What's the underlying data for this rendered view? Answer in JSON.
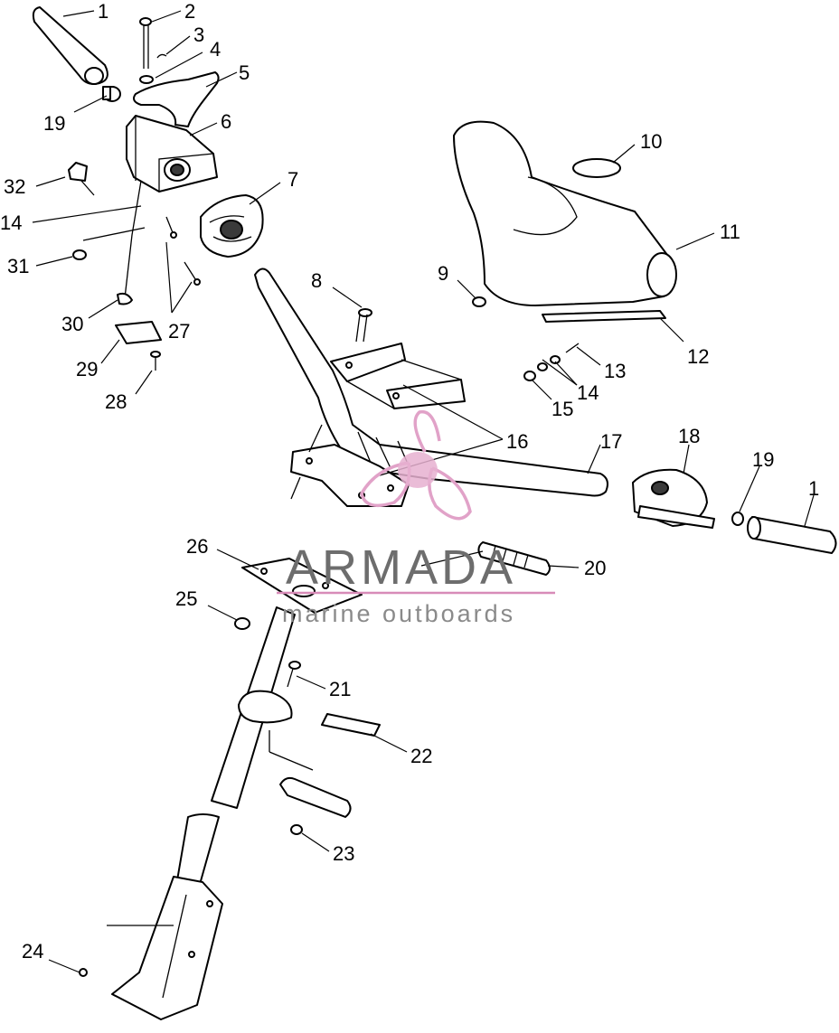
{
  "diagram": {
    "callouts": [
      "1",
      "2",
      "3",
      "4",
      "5",
      "6",
      "7",
      "8",
      "9",
      "10",
      "11",
      "12",
      "13",
      "14",
      "15",
      "16",
      "17",
      "18",
      "19",
      "20",
      "21",
      "22",
      "23",
      "24",
      "25",
      "26",
      "27",
      "28",
      "29",
      "30",
      "31",
      "32"
    ]
  },
  "watermark": {
    "brand": "ARMADA",
    "tagline": "marine outboards"
  }
}
